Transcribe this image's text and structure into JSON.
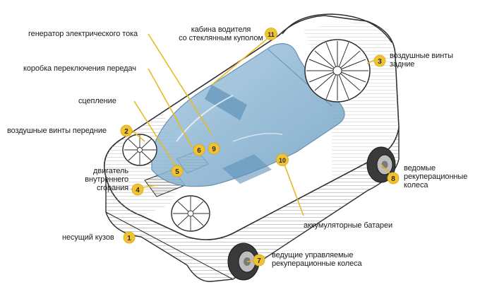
{
  "colors": {
    "badge": "#f1c232",
    "leader": "#e8b923",
    "glass": "#8fb9d6",
    "glass_dark": "#5f93b9",
    "body_line": "#2d2d2d",
    "hatch": "#b9b9b9"
  },
  "labels": {
    "1": "несущий кузов",
    "2": "воздушные винты передние",
    "3": [
      "воздушные винты",
      "задние"
    ],
    "4": [
      "двигатель",
      "внутреннего",
      "сгорания"
    ],
    "5": "сцепление",
    "6": "коробка переключения передач",
    "7": [
      "ведущие управляемые",
      "рекуперационные колеса"
    ],
    "8": [
      "ведомые",
      "рекуперационные",
      "колеса"
    ],
    "9": "генератор электрического тока",
    "10": "аккумуляторные батареи",
    "11": [
      "кабина водителя",
      "со стеклянным куполом"
    ]
  },
  "badges": [
    "1",
    "2",
    "3",
    "4",
    "5",
    "6",
    "7",
    "8",
    "9",
    "10",
    "11"
  ]
}
